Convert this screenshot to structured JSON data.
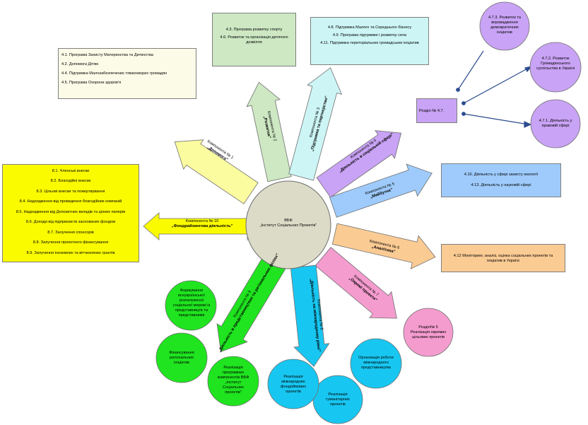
{
  "colors": {
    "center": "#dbdbc7",
    "purple": "#c9a3f5",
    "lightblue": "#9ecbfb",
    "orange": "#fbcb94",
    "pink": "#f59ccf",
    "cyan": "#18c7f1",
    "green": "#1fe41f",
    "yellow": "#fbfb00",
    "lightyellow": "#fbfba0",
    "lightgreen": "#cde8c3",
    "lightcyan": "#cdf5f5",
    "connector": "#2c4d8e"
  },
  "center": {
    "line1": "ВБФ",
    "line2": "„Інститут Соціальних Проектів\""
  },
  "boxes": {
    "program_sport": {
      "lines": [
        "4.3. Програма розвитку спорту",
        "4.6. Розвиток та організація дитячого дозвілля"
      ]
    },
    "program_business": {
      "lines": [
        "4.8. Підтримка Малого та Середнього бізнесу",
        "4.9. Програма підтримки і розвитку села",
        "4.11. Підтримка територіальних громадських ініціатив"
      ]
    },
    "program_maternity": {
      "lines": [
        "4.1. Програма Захисту Материнства та Дитинства",
        "4.2. Допомога Дітям",
        "4.4. Підтримка Малозабезпечених тяжкохворих громадян",
        "4.5. Програма Охорони здоров'я"
      ]
    },
    "fundraising_list": {
      "lines": [
        "8.1. Членські внески",
        "8.2. Благодійні внески",
        "8.3. Цільові внески та пожертвування",
        "8.4. Надходження від проведення благодійних компаній",
        "8.5. Надходження від Депозитних вкладів та цінних паперів",
        "8.6. Доходи від підприємств заснованих фондом",
        "8.7. Залучення спонсорів",
        "8.8. Залучення проектного фінансування",
        "8.9. Залучення іноземних та вітчизняних грантів"
      ]
    },
    "section_47": {
      "text": "Розділ № 4.7."
    },
    "ecology": {
      "lines": [
        "4.10. Діяльність у сфері захисту екології",
        "4.13. Діяльність у науковій сфері"
      ]
    },
    "monitoring": {
      "lines": [
        "4.12 Моніторинг, аналіз, оцінка соціальних проектів та ініціатив в Україні"
      ]
    }
  },
  "circles": {
    "c473": "4.7.3. Розвиток та впровадження демократичних ініціатив",
    "c472": "4.7.2. Розвиток Громадянського суспільства в Україні",
    "c471": "4.7.1. Діяльність у правовій сфері",
    "section5": "Розділ№ 5 Реалізація окремих цільових проектів",
    "org_intl": "Організація роботи міжнародного представництва",
    "humanitarian": "Реалізація гуманітарних проектів",
    "intl_fund": "Реалізація міжнародних фондоймових проектів",
    "regional_programs": "Реалізація програмних компонентів ВБФ „Інститут Соціальних проектів\"",
    "regional_financing": "Фінансування регіональних ініціатив",
    "ukraine_network": "Формування всеукраїнської розгалуженої соціальної мережі із представництв та представників"
  },
  "arrows": {
    "comp1": {
      "line1": "Компонента № 1",
      "line2": "„Допомога\""
    },
    "comp2": {
      "line1": "Компонента № 2",
      "line2": "„Розвиток\""
    },
    "comp3": {
      "line1": "Компонента № 3",
      "line2": "„Підтримка та партнерство\""
    },
    "comp4": {
      "line1": "Компонента № 4",
      "line2": "„Діяльність в соціальній сфері\""
    },
    "comp5": {
      "line1": "Компонента № 5",
      "line2": "„Майбутнє\""
    },
    "comp6": {
      "line1": "Компонента № 6",
      "line2": "„Аналітика\""
    },
    "comp7": {
      "line1": "Компонента № 7",
      "line2": "„Окремі проекти\""
    },
    "comp8": {
      "line1": "Компонента № 8",
      "line2": "„Діяльність на міжнародному рівні\""
    },
    "comp9": {
      "line1": "Компонента № 9",
      "line2": "„Діяльність в представництвах та регіональних філіях\""
    },
    "comp10": {
      "line1": "Компонента № 10",
      "line2": "„Фондрайзингова діяльність\""
    }
  }
}
